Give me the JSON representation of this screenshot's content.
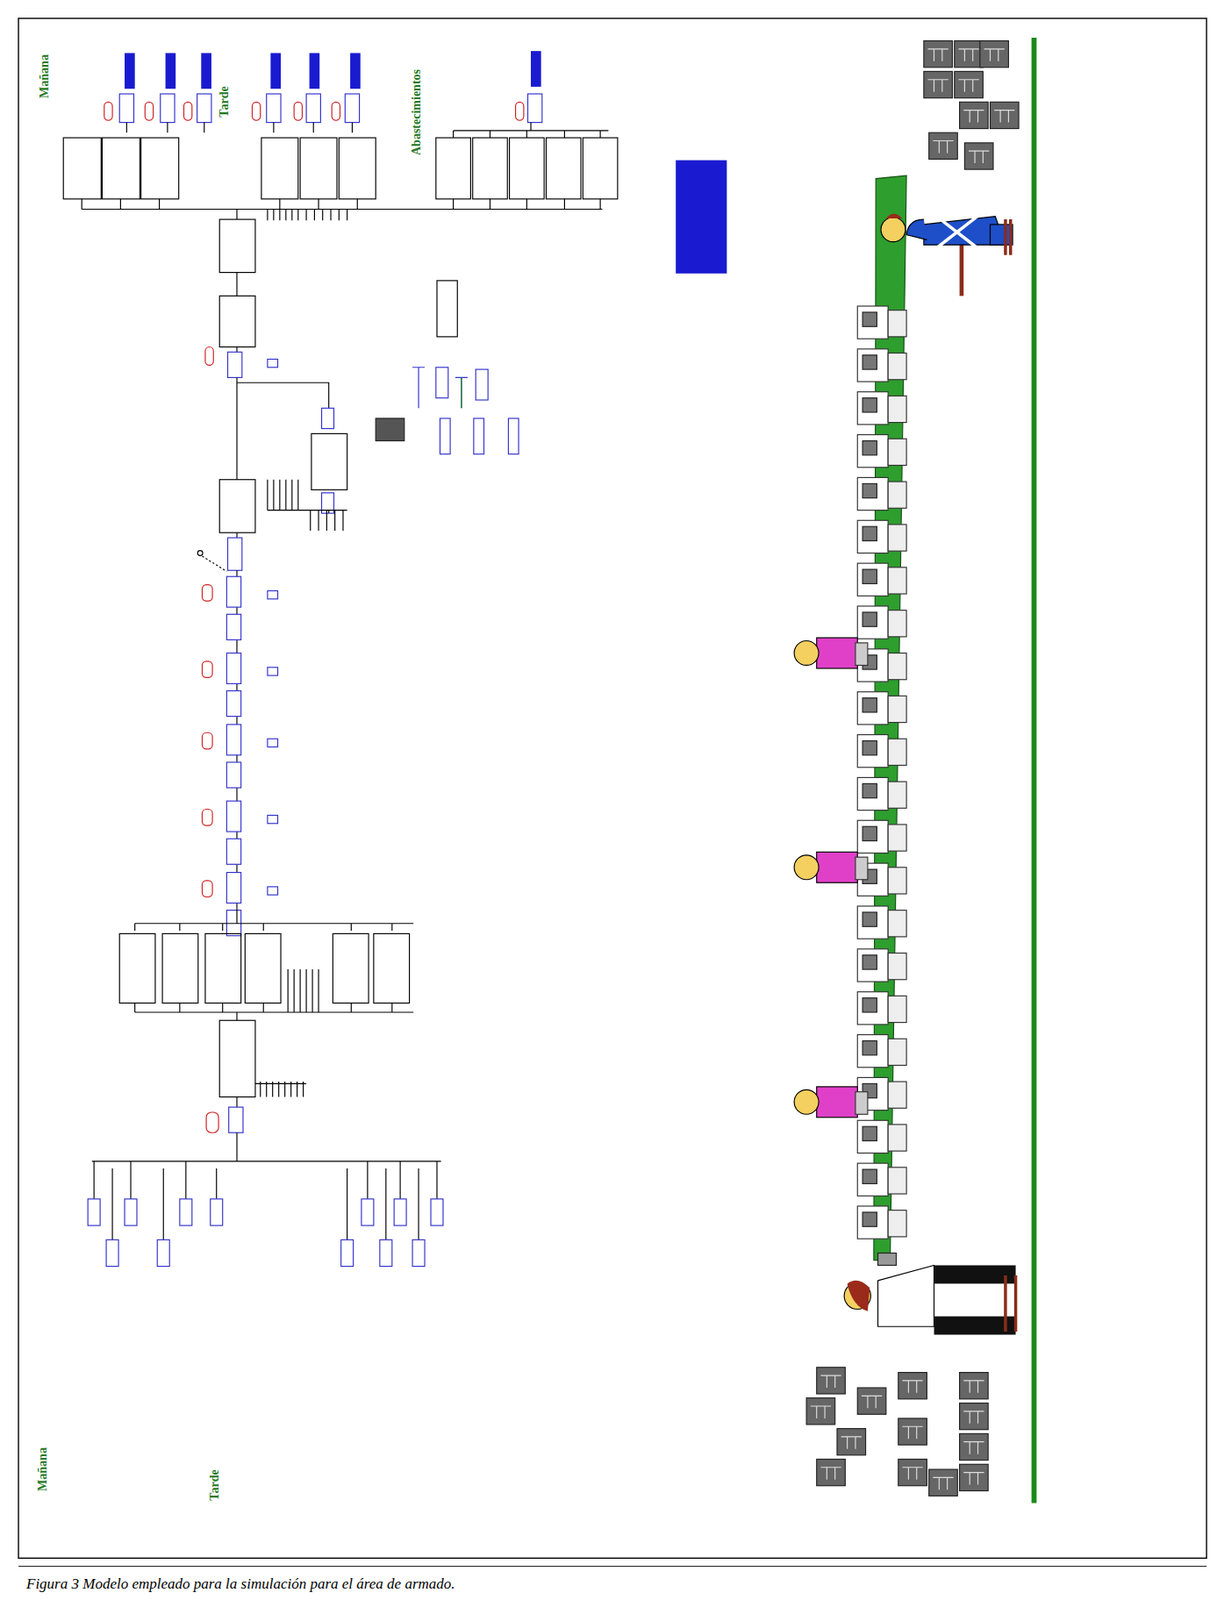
{
  "diagram": {
    "caption": "Figura 3 Modelo empleado para la simulación para el área de armado.",
    "labels": [
      "Mañana",
      "Tarde",
      "Abastecimientos",
      "Mañana",
      "Tarde"
    ]
  }
}
